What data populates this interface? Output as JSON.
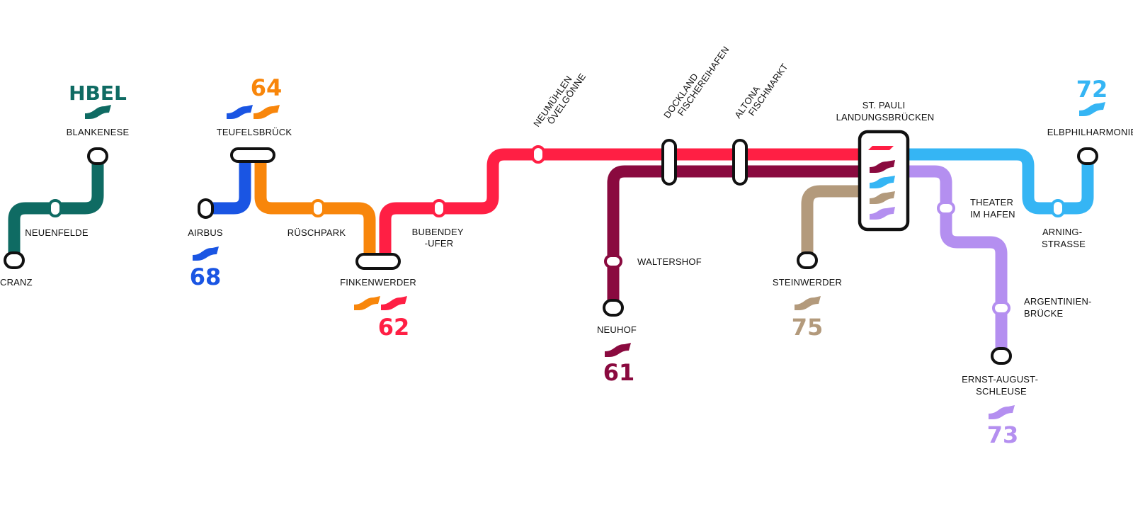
{
  "operator": {
    "name": "HBEL",
    "color": "#0f6b63"
  },
  "lines": [
    {
      "id": "61",
      "label": "61",
      "color": "#8a0a3f"
    },
    {
      "id": "62",
      "label": "62",
      "color": "#ff1f44"
    },
    {
      "id": "64",
      "label": "64",
      "color": "#f8860b"
    },
    {
      "id": "68",
      "label": "68",
      "color": "#1a55e3"
    },
    {
      "id": "72",
      "label": "72",
      "color": "#35b5f4"
    },
    {
      "id": "73",
      "label": "73",
      "color": "#b48ff0"
    },
    {
      "id": "75",
      "label": "75",
      "color": "#b39a7c"
    }
  ],
  "stations": {
    "blankenese": "BLANKENESE",
    "neuenfelde": "NEUENFELDE",
    "cranz": "CRANZ",
    "teufelsbruck": "TEUFELSBRÜCK",
    "airbus": "AIRBUS",
    "ruschpark": "RÜSCHPARK",
    "finkenwerder": "FINKENWERDER",
    "bubendey": [
      "BUBENDEY",
      "-UFER"
    ],
    "neumuhlen": [
      "NEUMÜHLEN",
      "ÖVELGÖNNE"
    ],
    "dockland": [
      "DOCKLAND",
      "FISCHEREIHAFEN"
    ],
    "altona": [
      "ALTONA",
      "FISCHMARKT"
    ],
    "st_pauli": [
      "ST. PAULI",
      "LANDUNGSBRÜCKEN"
    ],
    "waltershof": "WALTERSHOF",
    "neuhof": "NEUHOF",
    "steinwerder": "STEINWERDER",
    "theater": [
      "THEATER",
      "IM HAFEN"
    ],
    "argentinien": [
      "ARGENTINIEN-",
      "BRÜCKE"
    ],
    "ernst_august": [
      "ERNST-AUGUST-",
      "SCHLEUSE"
    ],
    "elbphilharmonie": "ELBPHILHARMONIE",
    "arning": [
      "ARNING-",
      "STRASSE"
    ]
  }
}
